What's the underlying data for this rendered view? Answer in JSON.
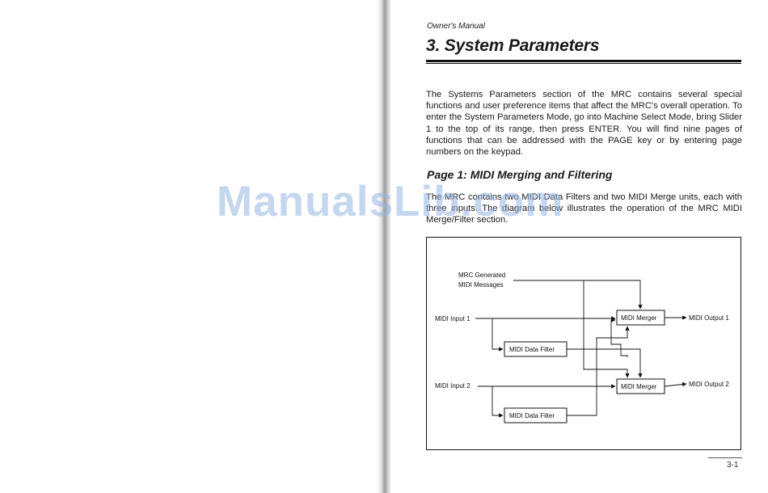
{
  "header": {
    "running_head": "Owner's Manual"
  },
  "chapter": {
    "title": "3. System Parameters"
  },
  "body": {
    "intro": "The Systems Parameters section of the MRC contains several special functions and user preference items that affect the MRC's overall operation. To enter the System Parameters Mode, go into Machine Select Mode, bring Slider 1 to the top of its range, then press ENTER. You will find nine pages of functions that can be addressed with the PAGE key or by entering page numbers on the keypad.",
    "section_heading": "Page 1: MIDI Merging and Filtering",
    "section_text": "The MRC contains two MIDI Data Filters and two MIDI Merge units, each with three inputs. The diagram below illustrates the operation of the MRC MIDI Merge/Filter section."
  },
  "watermark": "ManualsLib.com",
  "diagram": {
    "source_line1": "MRC Generated",
    "source_line2": "MIDI Messages",
    "input1": "MIDI Input 1",
    "input2": "MIDI Input 2",
    "filter1": "MIDI Data Filter",
    "filter2": "MIDI Data Filter",
    "merger1": "MIDI Merger",
    "merger2": "MIDI Merger",
    "output1": "MIDI Output 1",
    "output2": "MIDI Output 2"
  },
  "footer": {
    "page_number": "3-1"
  }
}
